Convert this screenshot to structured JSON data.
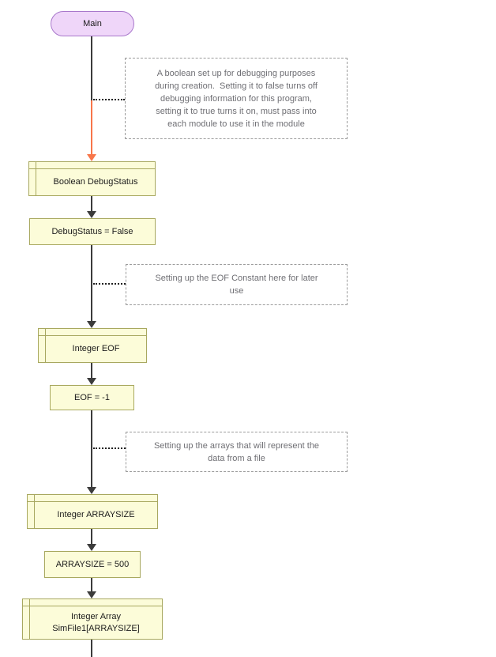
{
  "app": {
    "kind": "flowchart-editor-canvas",
    "colors": {
      "terminal_fill": "#EFD6F9",
      "terminal_border": "#A877CB",
      "node_fill": "#FCFCD9",
      "node_border": "#A8A85F",
      "node_text": "#1C1C1C",
      "flow_line": "#3B3B3B",
      "selected_arrow_orange": "#F8764A",
      "comment_border": "#9B9B9B",
      "comment_text": "#6F6F74"
    }
  },
  "terminal": {
    "label": "Main"
  },
  "nodes": [
    {
      "type": "declaration",
      "label": "Boolean DebugStatus"
    },
    {
      "type": "assignment",
      "label": "DebugStatus = False"
    },
    {
      "type": "declaration",
      "label": "Integer EOF"
    },
    {
      "type": "assignment",
      "label": "EOF = -1"
    },
    {
      "type": "declaration",
      "label": "Integer ARRAYSIZE"
    },
    {
      "type": "assignment",
      "label": "ARRAYSIZE = 500"
    },
    {
      "type": "declaration",
      "lines": [
        "Integer Array",
        "SimFile1[ARRAYSIZE]"
      ]
    }
  ],
  "comments": [
    {
      "lines": [
        "A boolean set up for debugging purposes",
        "during creation.  Setting it to false turns off",
        "debugging information for this program,",
        "setting it to true turns it on, must pass into",
        "each module to use it in the module"
      ]
    },
    {
      "lines": [
        "Setting up the EOF Constant here for later",
        "use"
      ]
    },
    {
      "lines": [
        "Setting up the arrays that will represent the",
        "data from a file"
      ]
    }
  ]
}
